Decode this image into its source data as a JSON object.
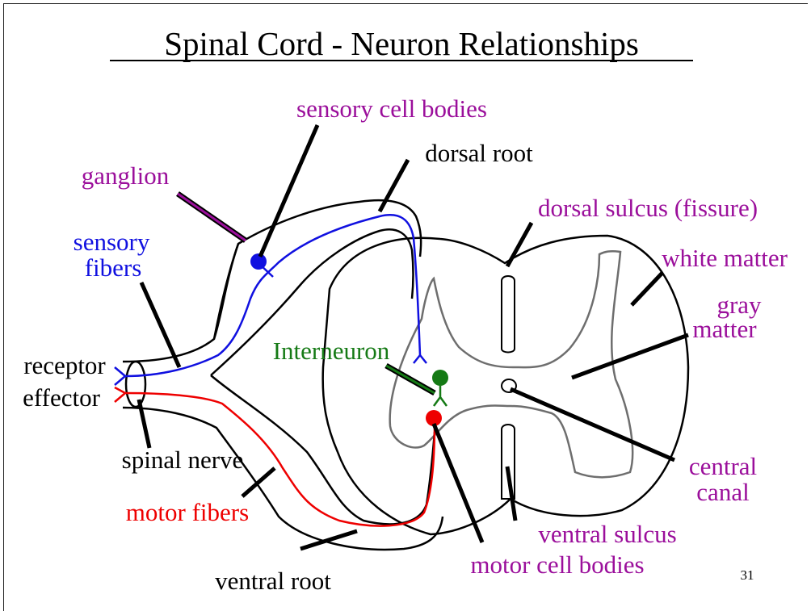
{
  "title": "Spinal Cord - Neuron Relationships",
  "page_number": "31",
  "colors": {
    "purple": "#9b0f9b",
    "blue": "#1010e0",
    "red": "#ee0000",
    "green": "#157a15",
    "black": "#000000",
    "gray": "#6e6e6e"
  },
  "labels": {
    "sensory_cell_bodies": "sensory cell bodies",
    "dorsal_root": "dorsal root",
    "ganglion": "ganglion",
    "dorsal_sulcus": "dorsal sulcus (fissure)",
    "sensory": "sensory",
    "fibers": "fibers",
    "white_matter": "white matter",
    "gray": "gray",
    "matter": "matter",
    "interneuron": "Interneuron",
    "receptor": "receptor",
    "effector": "effector",
    "spinal_nerve": "spinal nerve",
    "central": "central",
    "canal": "canal",
    "motor_fibers": "motor fibers",
    "ventral_sulcus": "ventral sulcus",
    "motor_cell_bodies": "motor cell bodies",
    "ventral_root": "ventral root"
  }
}
